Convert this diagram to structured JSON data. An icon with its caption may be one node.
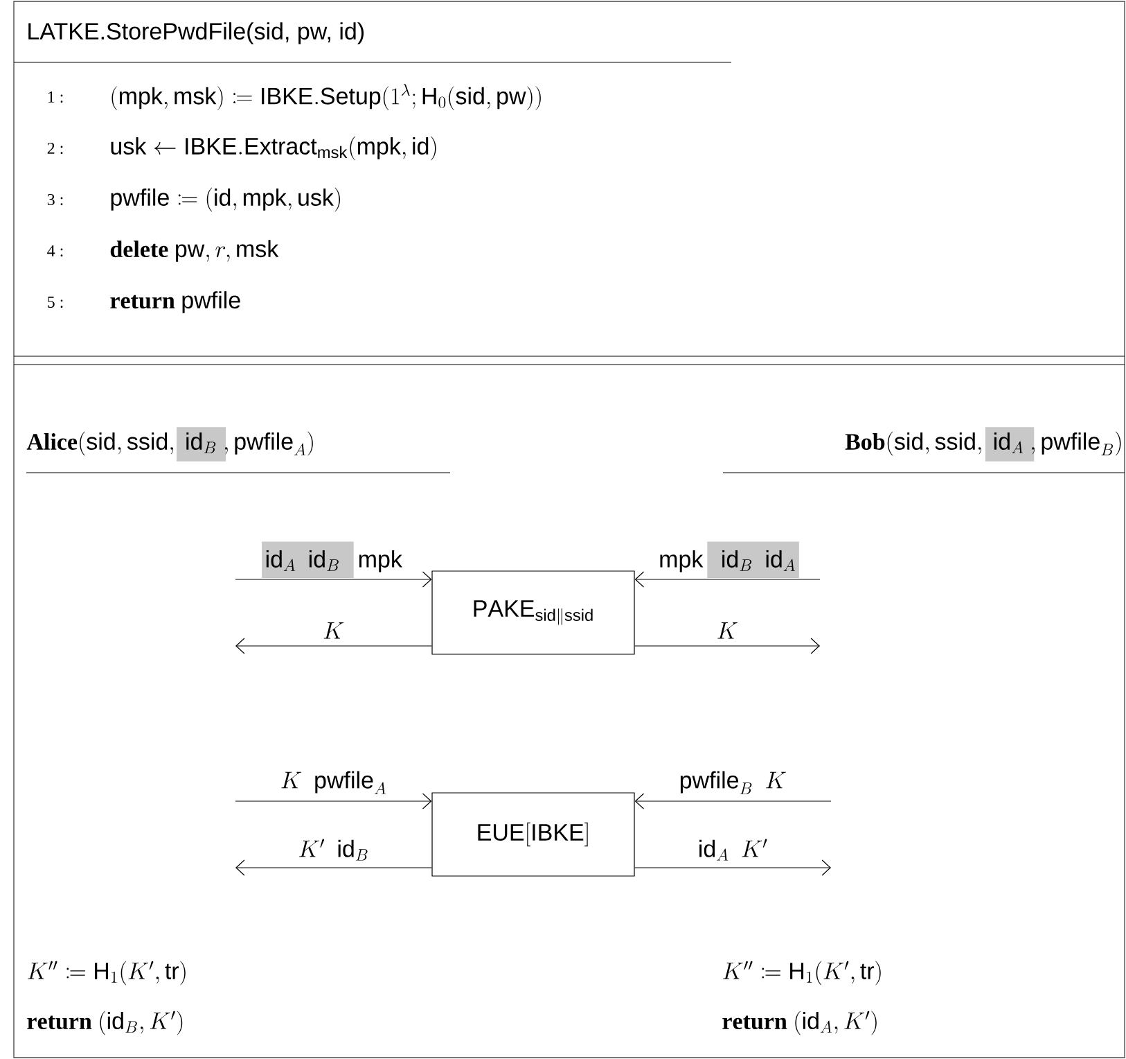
{
  "diagram": {
    "title": "LATKE.StorePwdFile(sid, pw, id)",
    "nodes": [
      {
        "text": [
          "\\mathsf{PAKE}_{\\mathsf{sid}\\|\\mathsf{ssid}}"
        ]
      },
      {
        "text": [
          "\\mathsf{EUE[IBKE]}"
        ]
      }
    ],
    "edges": [
      {
        "from": null,
        "to": 0,
        "arrow": "to",
        "label": "\\mathsf{id}_A\\ \\ \\mathsf{id}_B\\ \\ \\ \\mathsf{mpk}"
      },
      {
        "from": null,
        "to": 0,
        "arrow": "to",
        "label": "\\mathsf{mpk}\\ \\ \\ \\mathsf{id}_B\\ \\ \\mathsf{id}_A"
      },
      {
        "from": 0,
        "to": null,
        "arrow": "to",
        "label": "K"
      },
      {
        "from": 0,
        "to": null,
        "arrow": "to",
        "label": "K"
      },
      {
        "from": null,
        "to": 1,
        "arrow": "to",
        "label": "K\\ \\ \\mathsf{pwfile}_A"
      },
      {
        "from": null,
        "to": 1,
        "arrow": "to",
        "label": "\\mathsf{pwfile}_B\\ \\ K"
      },
      {
        "from": 1,
        "to": null,
        "arrow": "to",
        "label": "K'\\ \\ \\mathsf{id}_B"
      },
      {
        "from": 1,
        "to": null,
        "arrow": "to",
        "label": "\\mathsf{id}_A\\ \\ K'"
      }
    ],
    "labels": [
      "1 :",
      "(\\mathsf{mpk},\\mathsf{msk}) \\coloneqq \\mathsf{IBKE.Setup}(1^{\\lambda};\\mathsf{H}_0(\\mathsf{sid},\\mathsf{pw}))",
      "2 :",
      "\\mathsf{usk} \\leftarrow \\mathsf{IBKE.Extract}_{\\mathsf{msk}}(\\mathsf{mpk},\\mathsf{id})",
      "3 :",
      "\\mathsf{pwfile} \\coloneqq (\\mathsf{id},\\mathsf{mpk},\\mathsf{usk})",
      "4 :",
      "\\mathbf{delete}\\ \\mathsf{pw},r,\\mathsf{msk}",
      "5 :",
      "\\mathbf{return}\\ \\mathsf{pwfile}",
      "\\mathbf{Alice}(\\mathsf{sid},\\mathsf{ssid},\\ \\mathsf{id}_B\\ ,\\mathsf{pwfile}_A)",
      "\\mathbf{Bob}(\\mathsf{sid},\\mathsf{ssid},\\ \\mathsf{id}_A\\ ,\\mathsf{pwfile}_B)",
      "K'' \\coloneqq \\mathsf{H}_1(K',\\mathsf{tr})",
      "K'' \\coloneqq \\mathsf{H}_1(K',\\mathsf{tr})",
      "\\mathbf{return}\\ (\\mathsf{id}_B,K')",
      "\\mathbf{return}\\ (\\mathsf{id}_A,K')"
    ]
  }
}
